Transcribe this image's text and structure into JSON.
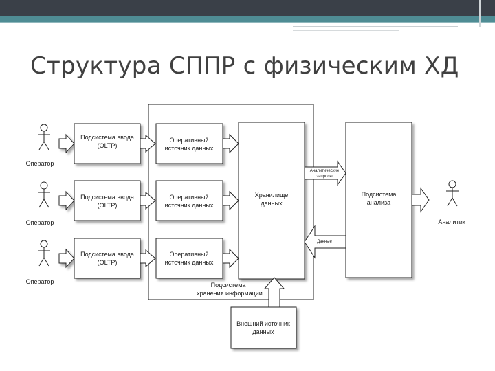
{
  "title": "Структура СППР с физическим ХД",
  "diagram": {
    "operator_label": "Оператор",
    "analyst_label": "Аналитик",
    "input_subsystem": [
      "Подсистема ввода",
      "(OLTP)"
    ],
    "operational_source": [
      "Оперативный",
      "источник данных"
    ],
    "warehouse": [
      "Хранилище",
      "данных"
    ],
    "analysis": [
      "Подсистема",
      "анализа"
    ],
    "storage_subsystem": [
      "Подсистема",
      "хранения информации"
    ],
    "external_source": [
      "Внешний источник",
      "данных"
    ],
    "analytical_queries": [
      "Аналитические",
      "запросы"
    ],
    "data_arrow_label": "Данные"
  }
}
